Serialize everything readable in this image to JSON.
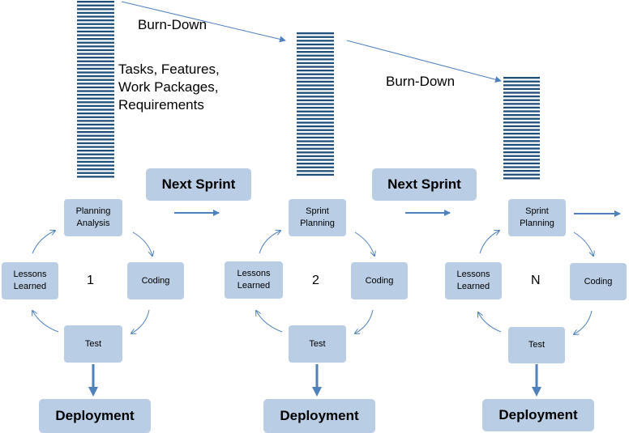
{
  "annotations": {
    "burn_down_1": "Burn-Down",
    "burn_down_2": "Burn-Down",
    "backlog_items": "Tasks, Features,\nWork Packages,\nRequirements"
  },
  "next_sprint_1": "Next Sprint",
  "next_sprint_2": "Next Sprint",
  "sprints": [
    {
      "number": "1",
      "planning": "Planning\nAnalysis",
      "coding": "Coding",
      "test": "Test",
      "lessons": "Lessons\nLearned",
      "deployment": "Deployment"
    },
    {
      "number": "2",
      "planning": "Sprint\nPlanning",
      "coding": "Coding",
      "test": "Test",
      "lessons": "Lessons\nLearned",
      "deployment": "Deployment"
    },
    {
      "number": "N",
      "planning": "Sprint\nPlanning",
      "coding": "Coding",
      "test": "Test",
      "lessons": "Lessons\nLearned",
      "deployment": "Deployment"
    }
  ],
  "colors": {
    "node_fill": "#b9cde5",
    "arrow": "#4f81bd",
    "backlog_bar": "#1f4e79"
  }
}
